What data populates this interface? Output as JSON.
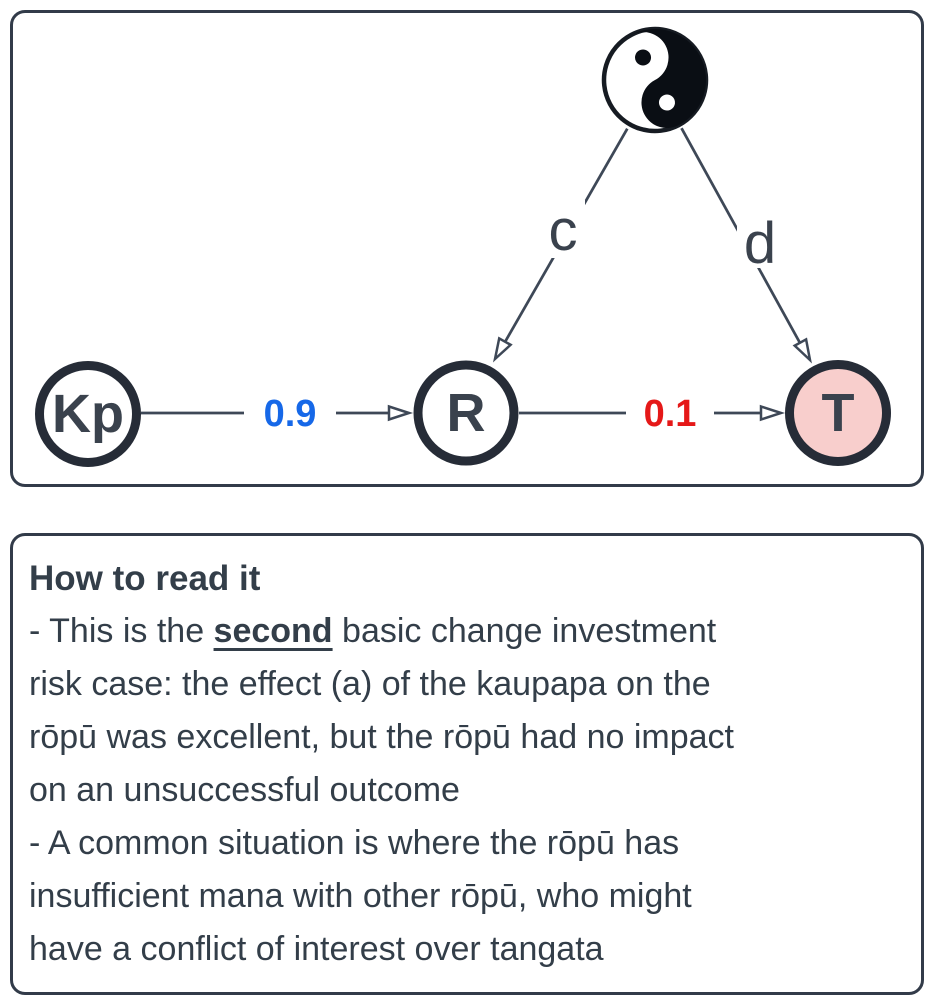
{
  "diagram": {
    "nodes": [
      {
        "id": "Kp",
        "label": "Kp",
        "fill": "#ffffff"
      },
      {
        "id": "R",
        "label": "R",
        "fill": "#ffffff"
      },
      {
        "id": "T",
        "label": "T",
        "fill": "#f8cecc"
      }
    ],
    "edges": [
      {
        "from": "Kp",
        "to": "R",
        "label": "0.9",
        "color": "#1668e8"
      },
      {
        "from": "R",
        "to": "T",
        "label": "0.1",
        "color": "#e51818"
      },
      {
        "from": "yin-yang",
        "to": "R",
        "label": "c",
        "color": "#3a424d"
      },
      {
        "from": "yin-yang",
        "to": "T",
        "label": "d",
        "color": "#3a424d"
      }
    ],
    "icon": "yin-yang"
  },
  "notes": {
    "heading": "How to read it",
    "lines": [
      [
        {
          "t": "- This is the "
        },
        {
          "t": "second",
          "b": true,
          "u": true
        },
        {
          "t": " basic change investment"
        }
      ],
      [
        {
          "t": "risk case: the effect (a) of the kaupapa on the"
        }
      ],
      [
        {
          "t": "rōpū was excellent, but the rōpū had no impact"
        }
      ],
      [
        {
          "t": "on an unsuccessful outcome"
        }
      ],
      [
        {
          "t": "- A common situation is where the rōpū has"
        }
      ],
      [
        {
          "t": "insufficient mana with other rōpū, who might"
        }
      ],
      [
        {
          "t": "have a conflict of interest over tangata"
        }
      ]
    ]
  },
  "colors": {
    "panel_border": "#323b49",
    "edge_stroke": "#3e4857",
    "node_border": "#262c37",
    "node_text": "#3a424d",
    "body_text": "#333e49",
    "probability_high": "#1668e8",
    "probability_low": "#e51818",
    "t_node_fill": "#f8cecc"
  }
}
